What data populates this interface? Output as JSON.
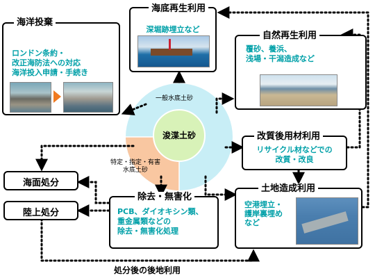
{
  "center": {
    "title": "浚渫土砂",
    "general_label": "一般水底土砂",
    "special_label_lines": [
      "特定・指定・有害",
      "水底土砂"
    ]
  },
  "ocean_dumping": {
    "title": "海洋投棄",
    "lines": [
      "ロンドン条約・",
      "改正海防法への対応",
      "海洋投入申請・手続き"
    ]
  },
  "seabed_reuse": {
    "title": "海底再生利用",
    "text": "深堀跡埋立など"
  },
  "nature_reuse": {
    "title": "自然再生利用",
    "lines": [
      "覆砂、養浜、",
      "浅場・干潟造成など"
    ]
  },
  "improved_material": {
    "title": "改質後用材利用",
    "lines": [
      "リサイクル材などでの",
      "改質・改良"
    ]
  },
  "land_creation": {
    "title": "土地造成利用",
    "lines": [
      "空港埋立・",
      "護岸裏埋め",
      "など"
    ]
  },
  "removal": {
    "title": "除去・無害化",
    "lines": [
      "PCB、ダイオキシン類、",
      "重金属類などの",
      "除去・無害化処理"
    ]
  },
  "sea_disposal": {
    "title": "海面処分"
  },
  "land_disposal": {
    "title": "陸上処分"
  },
  "post_disposal": {
    "label": "処分後の後地利用"
  },
  "colors": {
    "teal_text": "#00a0a8",
    "circle_blue": "#c8eef6",
    "circle_orange": "#f9c7a1",
    "inner_green": "#d8f2b8"
  },
  "icons": {
    "arrow_right": "orange-right-arrow-icon"
  }
}
